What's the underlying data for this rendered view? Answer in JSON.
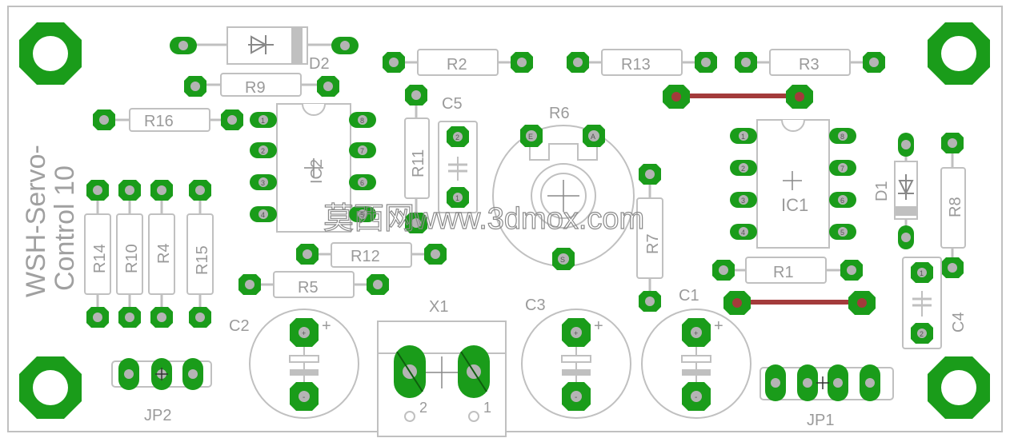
{
  "board": {
    "title_line1": "WSH-Servo-",
    "title_line2": "Control 10",
    "watermark": "莫西网www.3dmox.com"
  },
  "colors": {
    "pad": "#1a9c1a",
    "pad_hole": "#b4b4b4",
    "outline": "#c0c0c0",
    "text": "#9a9a9a",
    "jumper": "#a33b3b",
    "background": "#ffffff"
  },
  "labels": {
    "D2": "D2",
    "R9": "R9",
    "R16": "R16",
    "IC2": "IC2",
    "R2": "R2",
    "C5": "C5",
    "R11": "R11",
    "R6": "R6",
    "R13": "R13",
    "R3": "R3",
    "IC1": "IC1",
    "D1": "D1",
    "R8": "R8",
    "R14": "R14",
    "R10": "R10",
    "R4": "R4",
    "R15": "R15",
    "R12": "R12",
    "R5": "R5",
    "R7": "R7",
    "R1": "R1",
    "C2": "C2",
    "X1": "X1",
    "C3": "C3",
    "C1": "C1",
    "C4": "C4",
    "JP2": "JP2",
    "JP1": "JP1"
  },
  "pin_numbers": {
    "one": "1",
    "two": "2",
    "three": "3",
    "four": "4",
    "five": "5",
    "six": "6",
    "seven": "7",
    "eight": "8",
    "pot_e": "E",
    "pot_a": "A",
    "pot_s": "S",
    "plus": "+",
    "minus": "-"
  }
}
